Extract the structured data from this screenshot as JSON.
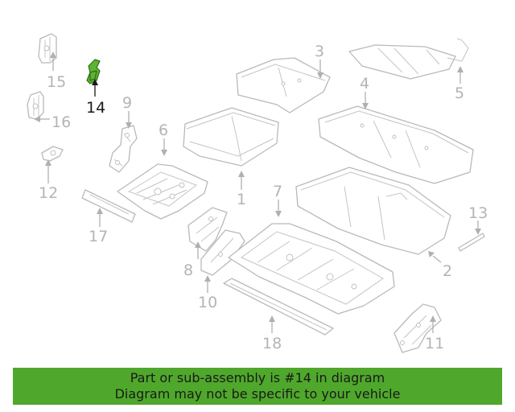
{
  "callouts": {
    "c1": "1",
    "c2": "2",
    "c3": "3",
    "c4": "4",
    "c5": "5",
    "c6": "6",
    "c7": "7",
    "c8": "8",
    "c9": "9",
    "c10": "10",
    "c11": "11",
    "c12": "12",
    "c13": "13",
    "c14": "14",
    "c15": "15",
    "c16": "16",
    "c17": "17",
    "c18": "18"
  },
  "highlight": {
    "part": "14",
    "color": "#5cb531"
  },
  "banner": {
    "line1": "Part or sub-assembly is #14 in diagram",
    "line2": "Diagram may not be specific to your vehicle",
    "color": "#4fa82b"
  }
}
